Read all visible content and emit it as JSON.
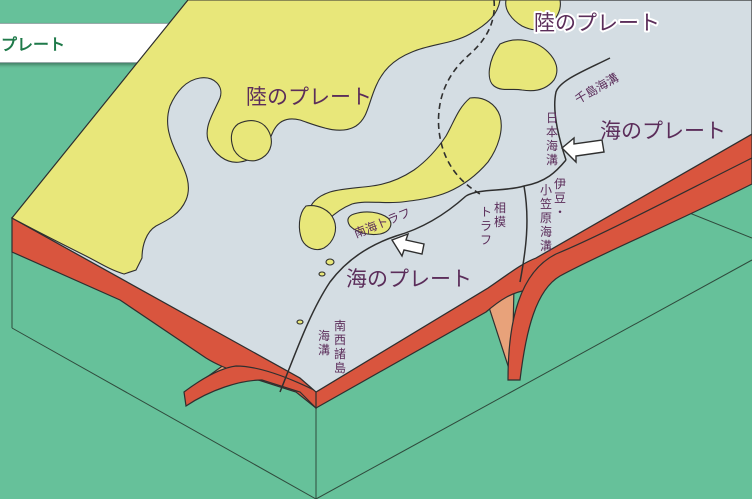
{
  "header": {
    "title": "プレート"
  },
  "labels": {
    "land_plate_top": "陸のプレート",
    "land_plate_left": "陸のプレート",
    "ocean_plate_right": "海のプレート",
    "ocean_plate_center": "海のプレート",
    "nankai_trough": "南海トラフ",
    "sagami_trough": [
      "相",
      "模",
      "ト",
      "ラ",
      "フ"
    ],
    "japan_trench": [
      "日",
      "本",
      "海",
      "溝"
    ],
    "izu_ogasawara_trench": [
      "伊",
      "豆",
      "・",
      "小",
      "笠",
      "原",
      "海",
      "溝"
    ],
    "chishima_trench": "千島海溝",
    "nansei_trench": [
      "南",
      "西",
      "諸",
      "島",
      "海",
      "溝"
    ]
  },
  "colors": {
    "background": "#66c19a",
    "ocean_surface": "#d4dde3",
    "land": "#e8e77a",
    "plate_red": "#d9553e",
    "plate_orange": "#e8a27a",
    "text": "#5b2d5a"
  },
  "icons": [
    "plate-motion-arrow-icon"
  ]
}
